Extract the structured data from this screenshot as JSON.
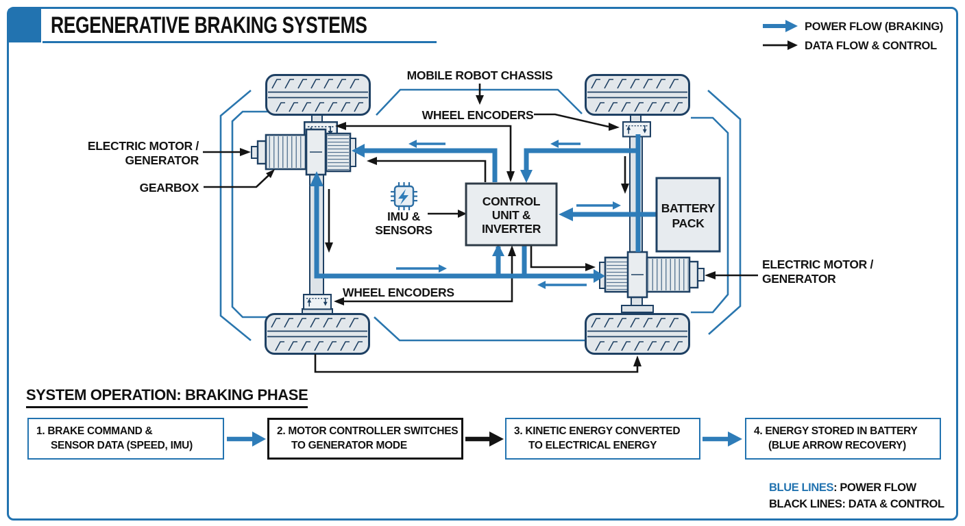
{
  "title": "REGENERATIVE BRAKING SYSTEMS",
  "legend": {
    "power_label": "POWER FLOW (BRAKING)",
    "data_label": "DATA FLOW & CONTROL"
  },
  "colors": {
    "accent_blue": "#2273b0",
    "power_blue": "#2e7cb8",
    "machinery_navy": "#1e4063",
    "ink_black": "#141414"
  },
  "diagram": {
    "chassis_label": "MOBILE ROBOT CHASSIS",
    "wheel_encoders_top_label": "WHEEL ENCODERS",
    "wheel_encoders_bottom_label": "WHEEL ENCODERS",
    "motor_left_line1": "ELECTRIC MOTOR /",
    "motor_left_line2": "GENERATOR",
    "gearbox_label": "GEARBOX",
    "imu_line1": "IMU &",
    "imu_line2": "SENSORS",
    "control_line1": "CONTROL",
    "control_line2": "UNIT &",
    "control_line3": "INVERTER",
    "battery_line1": "BATTERY",
    "battery_line2": "PACK",
    "motor_right_line1": "ELECTRIC MOTOR /",
    "motor_right_line2": "GENERATOR"
  },
  "operation": {
    "heading": "SYSTEM OPERATION: BRAKING PHASE",
    "steps": [
      {
        "line1": "1. BRAKE COMMAND &",
        "line2": "SENSOR DATA (SPEED, IMU)"
      },
      {
        "line1": "2. MOTOR CONTROLLER SWITCHES",
        "line2": "TO GENERATOR MODE"
      },
      {
        "line1": "3. KINETIC ENERGY CONVERTED",
        "line2": "TO ELECTRICAL ENERGY"
      },
      {
        "line1": "4. ENERGY STORED IN BATTERY",
        "line2": "(BLUE ARROW RECOVERY)"
      }
    ]
  },
  "footnote": {
    "blue_term": "BLUE LINES",
    "blue_rest": ": POWER FLOW",
    "black_line": "BLACK LINES: DATA & CONTROL"
  }
}
